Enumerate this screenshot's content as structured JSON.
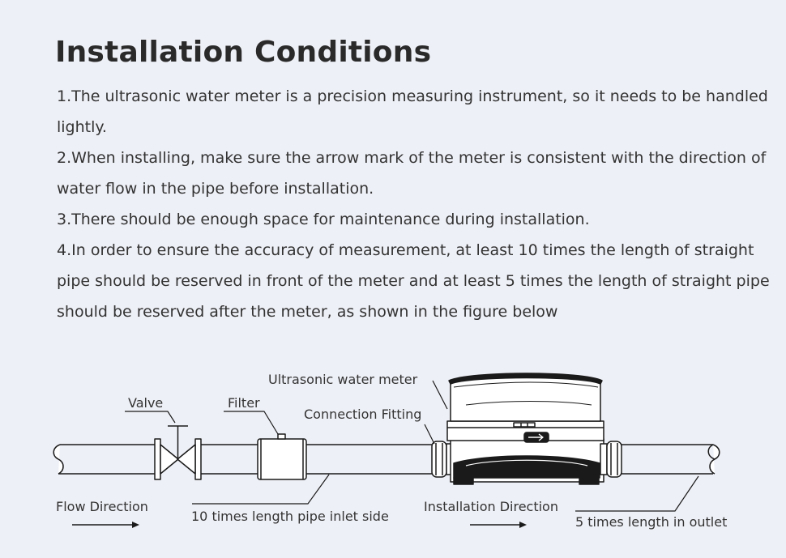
{
  "title": "Installation Conditions",
  "steps": [
    "1.The ultrasonic water meter is a precision measuring instrument, so it needs to be handled lightly.",
    "2.When installing, make sure the arrow mark of the meter is consistent with the direction of water flow in the pipe before installation.",
    "3.There should be enough space for maintenance during installation.",
    "4.In order to ensure the accuracy of measurement, at least 10 times the length of straight pipe should be reserved in front of the meter and at least 5 times the length of straight pipe should be reserved after the meter, as shown in the figure below"
  ],
  "diagram": {
    "labels": {
      "meter": "Ultrasonic water meter",
      "valve": "Valve",
      "filter": "Filter",
      "fitting": "Connection Fitting",
      "flow": "Flow Direction",
      "inlet": "10 times length pipe inlet side",
      "install_dir": "Installation Direction",
      "outlet": "5 times length in outlet"
    },
    "colors": {
      "line": "#1a1a1a",
      "fill": "#ffffff",
      "background": "#eef0f7"
    }
  }
}
